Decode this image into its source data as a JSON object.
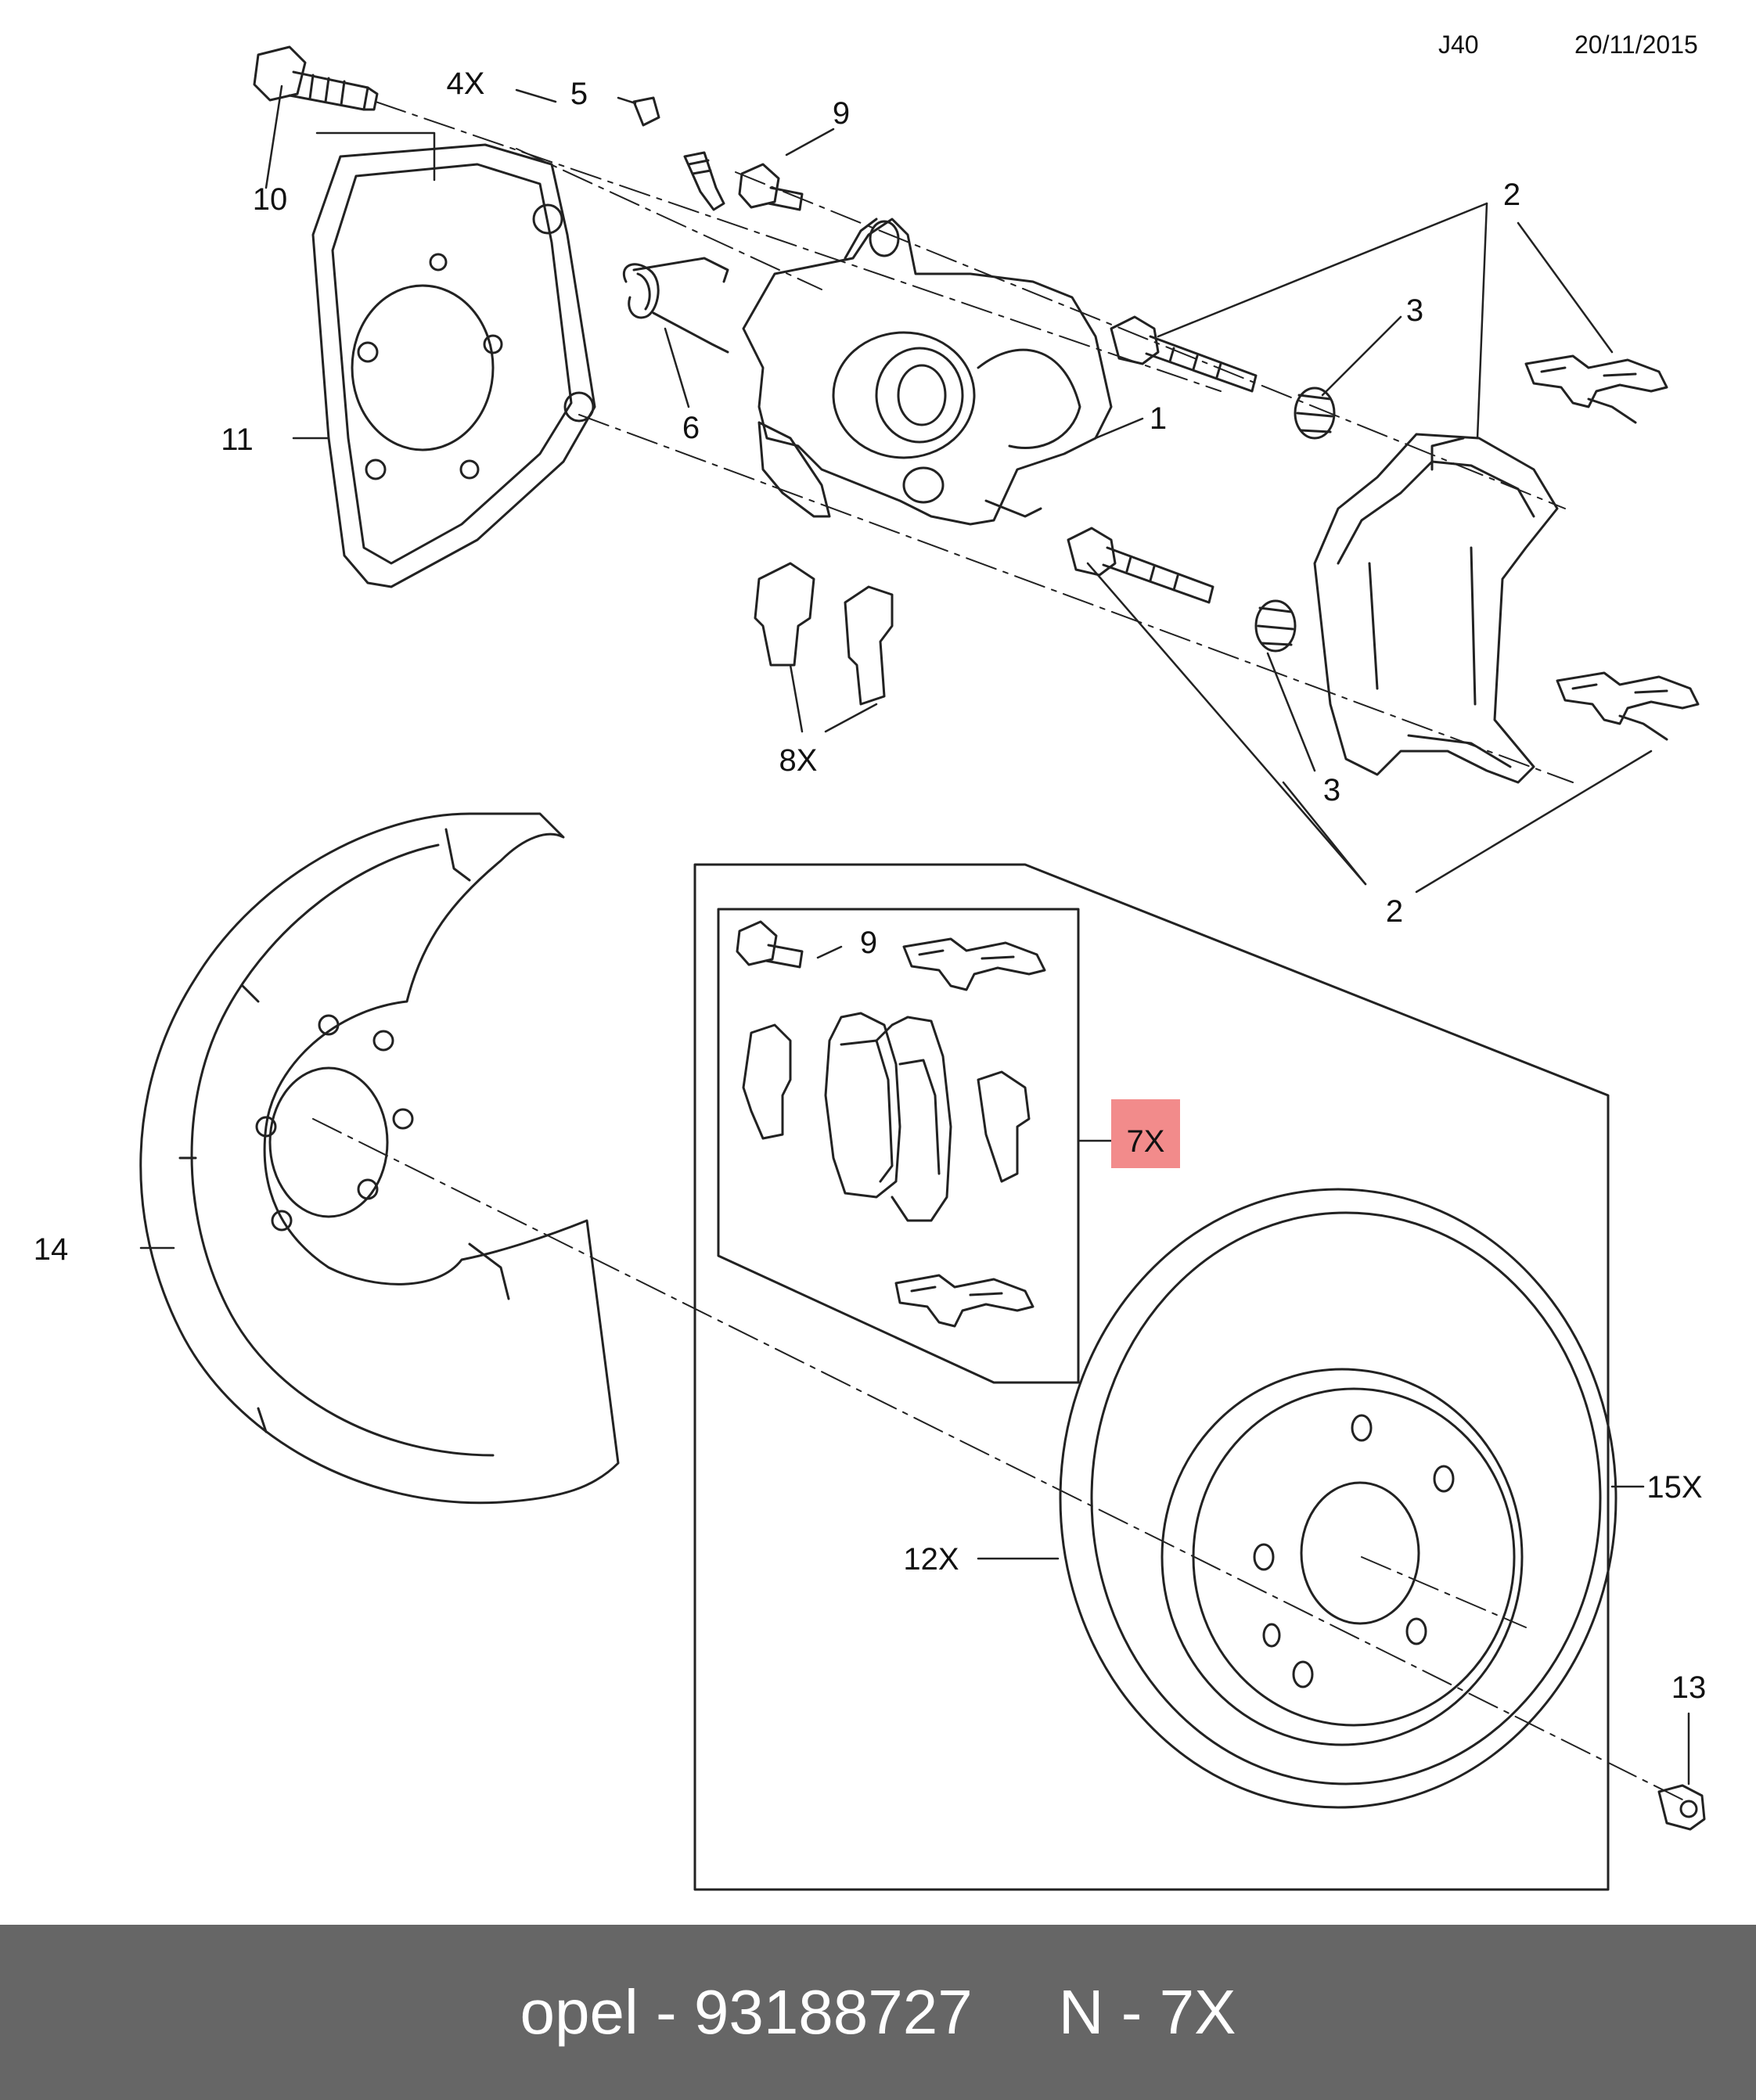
{
  "header": {
    "code": "J40",
    "date": "20/11/2015"
  },
  "callouts": {
    "c1": "1",
    "c2a": "2",
    "c2b": "2",
    "c3a": "3",
    "c3b": "3",
    "c4": "4X",
    "c5": "5",
    "c6": "6",
    "c8": "8X",
    "c9a": "9",
    "c9b": "9",
    "c10": "10",
    "c11": "11",
    "c12": "12X",
    "c13": "13",
    "c14": "14",
    "c15": "15X"
  },
  "highlight": {
    "label": "7X",
    "color": "#f28b8b"
  },
  "footer": {
    "brand": "opel",
    "sep1": "-",
    "part_number": "93188727",
    "ref_n": "N",
    "sep2": "-",
    "ref_x": "7X"
  }
}
